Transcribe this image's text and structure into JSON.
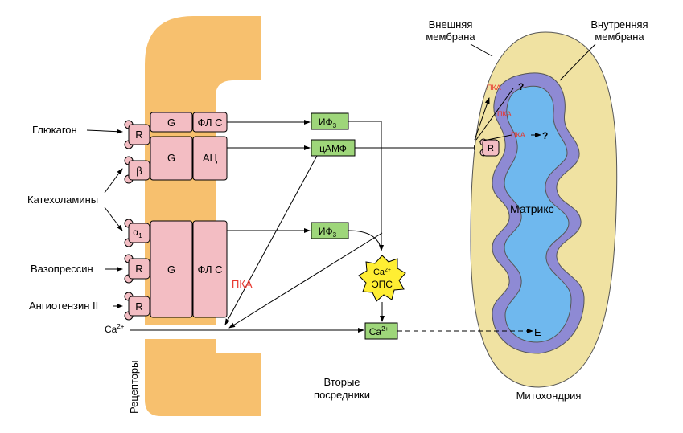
{
  "colors": {
    "cell": "#f7c06e",
    "receptor": "#f3bdc3",
    "messenger": "#9ed67a",
    "outer_membrane": "#f0e2a2",
    "inner_membrane": "#8e8ad4",
    "matrix": "#6fb8ee",
    "eps": "#ffee33",
    "pka": "#e8352c"
  },
  "labels": {
    "glucagon": "Глюкагон",
    "catecholamines": "Катехоламины",
    "vasopressin": "Вазопрессин",
    "angiotensin": "Ангиотензин II",
    "ca_ext": "Ca",
    "ca_ext_sup": "2+",
    "receptors": "Рецепторы",
    "second_messengers_1": "Вторые",
    "second_messengers_2": "посредники",
    "pka": "ПКА",
    "outer_membrane_1": "Внешняя",
    "outer_membrane_2": "мембрана",
    "inner_membrane_1": "Внутренняя",
    "inner_membrane_2": "мембрана",
    "matrix": "Матрикс",
    "mitochondria": "Митохондрия",
    "e_label": "E",
    "question": "?"
  },
  "receptors": {
    "r": "R",
    "beta": "β",
    "alpha": "α",
    "alpha_sub": "1"
  },
  "proteins": {
    "g": "G",
    "plc": "ФЛ С",
    "ac": "АЦ"
  },
  "messengers": {
    "ip3": "ИФ",
    "ip3_sub": "3",
    "camp": "цАМФ",
    "ca": "Ca",
    "ca_sup": "2+"
  },
  "eps": {
    "ca": "Ca",
    "ca_sup": "2+",
    "label": "ЭПС"
  },
  "mito": {
    "r": "R",
    "pka": "ПКА"
  }
}
